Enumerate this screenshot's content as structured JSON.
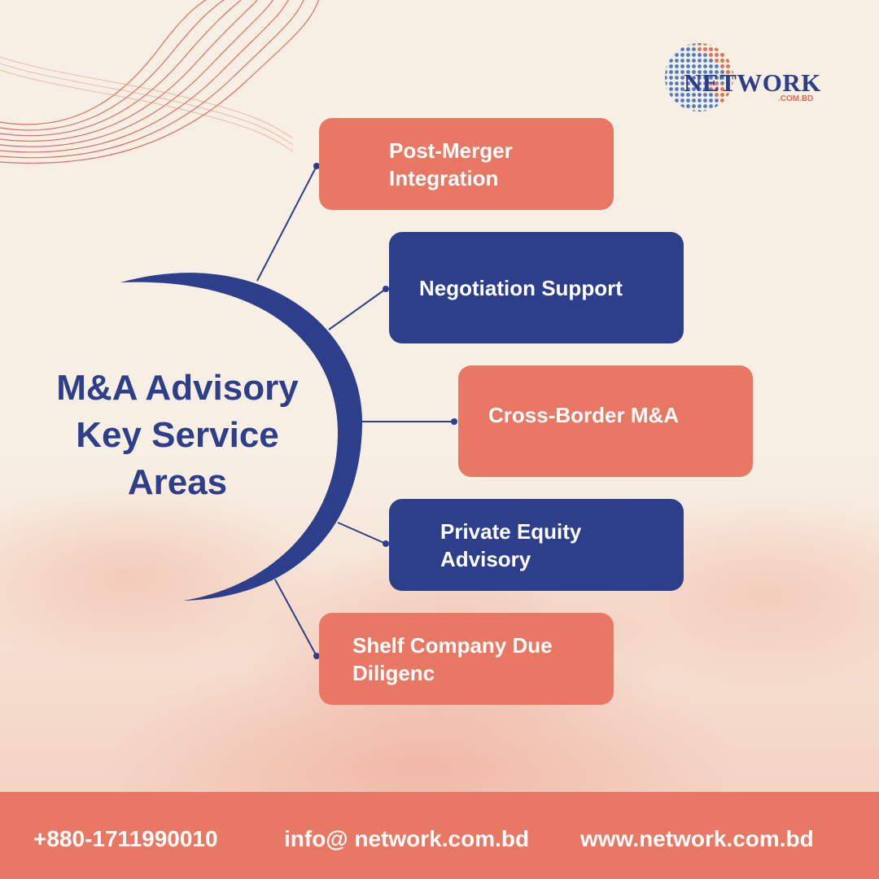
{
  "brand": {
    "logo_text": "NETWORK",
    "logo_sub": ".COM.BD",
    "colors": {
      "navy": "#2d3e8b",
      "coral": "#e87863",
      "background": "#f7efe3"
    }
  },
  "title": "M&A Advisory Key Service Areas",
  "services": [
    {
      "label": "Post-Merger Integration",
      "color": "coral"
    },
    {
      "label": "Negotiation Support",
      "color": "navy"
    },
    {
      "label": "Cross-Border M&A",
      "color": "coral"
    },
    {
      "label": "Private Equity Advisory",
      "color": "navy"
    },
    {
      "label": "Shelf Company Due Diligenc",
      "color": "coral"
    }
  ],
  "footer": {
    "phone": "+880-1711990010",
    "email": "info@ network.com.bd",
    "website": "www.network.com.bd"
  }
}
